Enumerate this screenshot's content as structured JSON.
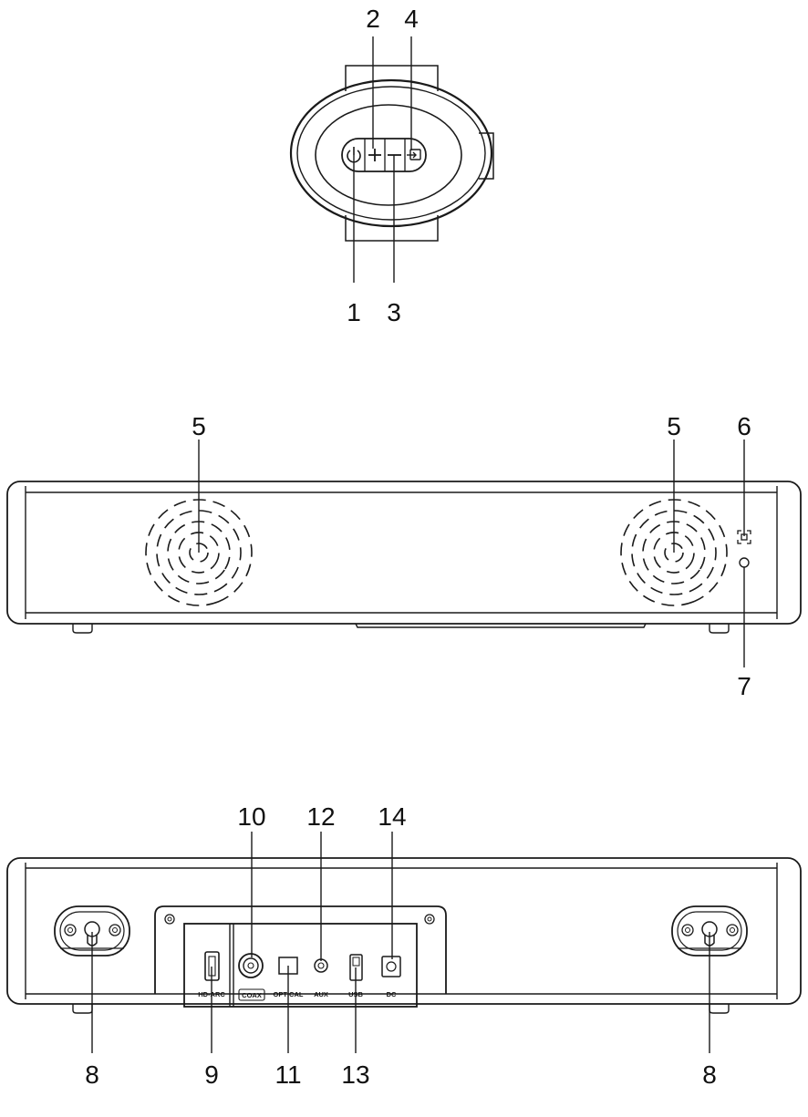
{
  "callouts": {
    "c1": "1",
    "c2": "2",
    "c3": "3",
    "c4": "4",
    "c5": "5",
    "c6": "6",
    "c7": "7",
    "c8": "8",
    "c9": "9",
    "c10": "10",
    "c11": "11",
    "c12": "12",
    "c13": "13",
    "c14": "14"
  },
  "ports": {
    "hdmi": "HD-ARC",
    "coax": "COAX",
    "optical": "OPTICAL",
    "aux": "AUX",
    "usb": "USB",
    "dc": "DC"
  },
  "colors": {
    "line": "#1a1a1a",
    "background": "#ffffff"
  }
}
